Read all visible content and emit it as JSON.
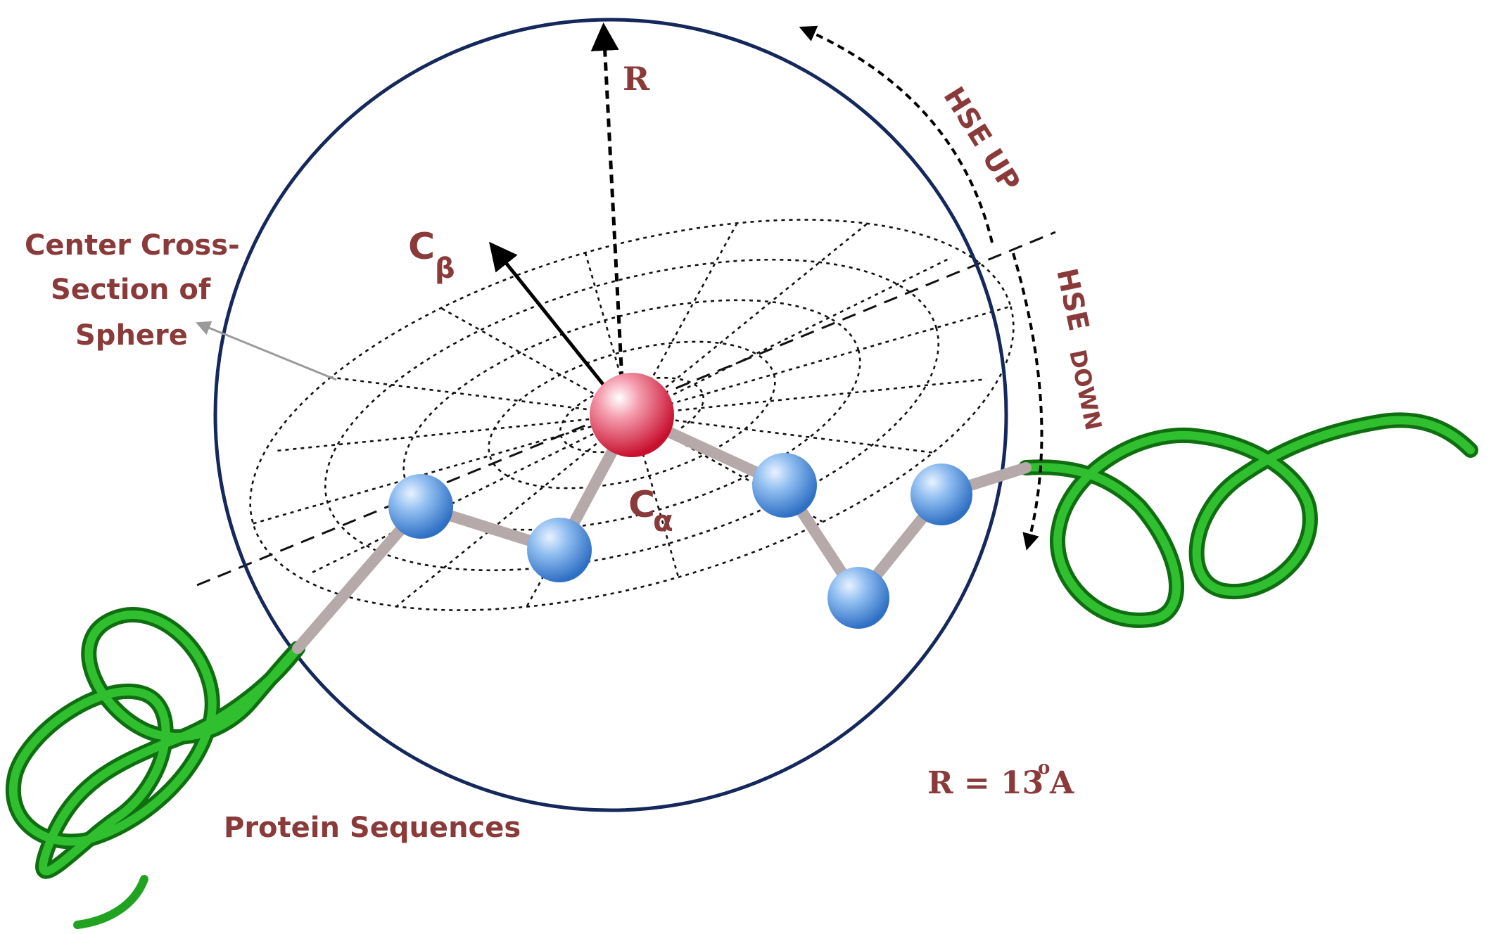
{
  "labels": {
    "radius": "R",
    "hse_up": "HSE UP",
    "hse_down_1": "HSE",
    "hse_down_2": "DOWN",
    "center_cross_line1": "Center Cross-",
    "center_cross_line2": "Section of",
    "center_cross_line3": "Sphere",
    "c_beta_main": "C",
    "c_beta_sub": "β",
    "c_alpha_main": "C",
    "c_alpha_sub": "α",
    "radius_value_main": "R = 13",
    "radius_value_sup": "o",
    "radius_value_unit": "A",
    "protein_sequences": "Protein Sequences"
  },
  "colors": {
    "label": "#8b3a3a",
    "sphere_outline": "#14285c",
    "helix": "#21a321",
    "helix_dark": "#0f6e10",
    "calpha_atom": "#e0425c",
    "chain_atom": "#5f98de",
    "bond": "#b5a9a9",
    "arrow": "#000000"
  }
}
